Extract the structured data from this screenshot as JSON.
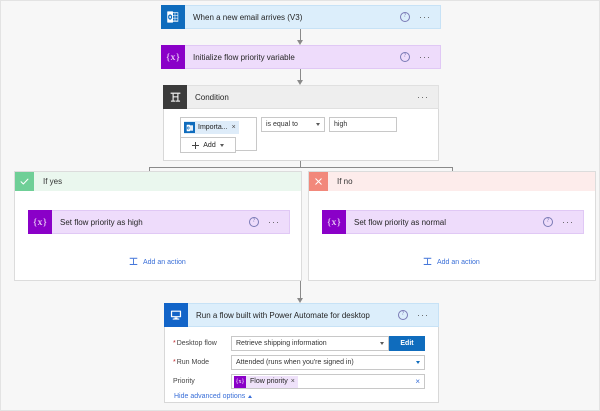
{
  "flow": {
    "trigger": {
      "title": "When a new email arrives (V3)",
      "icon": "outlook-icon",
      "help": "?",
      "menu": "···"
    },
    "init_variable": {
      "title": "Initialize flow priority variable",
      "icon": "variable-icon",
      "help": "?",
      "menu": "···"
    },
    "condition": {
      "title": "Condition",
      "icon": "condition-icon",
      "menu": "···",
      "row": {
        "token_label": "Importa...",
        "token_remove": "×",
        "operator": "is equal to",
        "value": "high"
      },
      "add_button": "Add"
    },
    "branch_yes": {
      "label": "If yes",
      "badge": "check-icon",
      "action": {
        "title": "Set flow priority as high",
        "icon": "variable-icon",
        "help": "?",
        "menu": "···"
      },
      "add_action": "Add an action"
    },
    "branch_no": {
      "label": "If no",
      "badge": "close-icon",
      "action": {
        "title": "Set flow priority as normal",
        "icon": "variable-icon",
        "help": "?",
        "menu": "···"
      },
      "add_action": "Add an action"
    },
    "desktop_flow": {
      "title": "Run a flow built with Power Automate for desktop",
      "icon": "desktop-monitor-icon",
      "help": "?",
      "menu": "···",
      "fields": [
        {
          "label": "Desktop flow",
          "required": true,
          "value": "Retrieve shipping information",
          "control": "dropdown",
          "button": "Edit"
        },
        {
          "label": "Run Mode",
          "required": true,
          "value": "Attended (runs when you're signed in)",
          "control": "dropdown"
        },
        {
          "label": "Priority",
          "required": false,
          "value": "Flow priority",
          "control": "token",
          "token_remove": "×",
          "clear": "×"
        }
      ],
      "advanced_link": "Hide advanced options"
    }
  },
  "colors": {
    "trigger_bg": "#dceefb",
    "variable_bg": "#eedcfb",
    "condition_bg": "#eeeeee",
    "yes_header": "#eaf7ee",
    "no_header": "#fdeceb",
    "yes_badge": "#6fcf97",
    "no_badge": "#f2887b",
    "accent_blue": "#0f6cbd",
    "link_blue": "#3a6fd8",
    "variable_purple": "#8a00c8"
  }
}
